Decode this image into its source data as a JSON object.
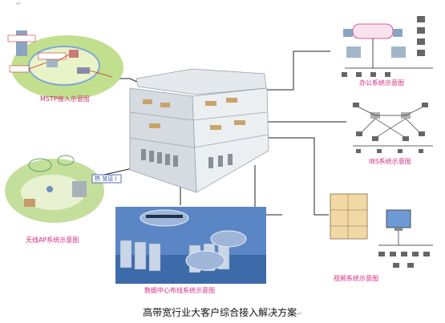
{
  "caption": "高带宽行业大客户综合接入解决方案",
  "paragraph_mark": "↵",
  "panels": {
    "mstp": {
      "label": "MSTP接入示意图"
    },
    "office": {
      "label": "办公系统示意图"
    },
    "ibs": {
      "label": "IBS系统示意图"
    },
    "wlan": {
      "label": "无线AP系统示意图",
      "sign": "热  览证 i"
    },
    "datacenter": {
      "label": "数据中心布线系统示意图"
    },
    "video": {
      "label": "视频系统示意图"
    }
  },
  "colors": {
    "label": "#d42a7a",
    "connector": "#222222",
    "datacenter_bg": "#5b86c6",
    "building": "#dfe3e8"
  }
}
